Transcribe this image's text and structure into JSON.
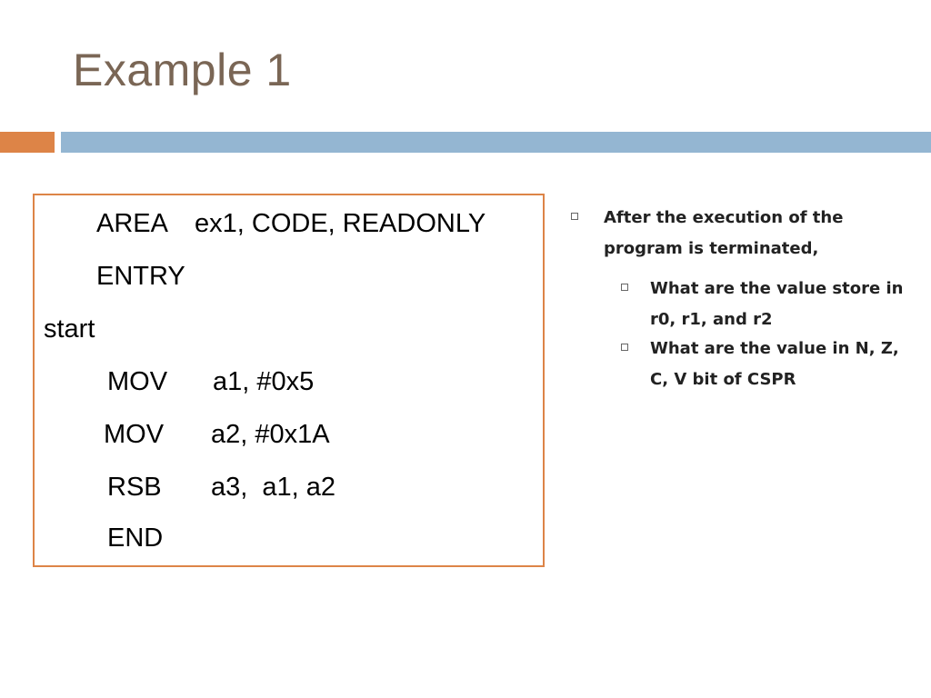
{
  "slide": {
    "title": "Example 1"
  },
  "code": {
    "lines": [
      {
        "op": "AREA",
        "args": "ex1, CODE, READONLY"
      },
      {
        "op": "ENTRY",
        "args": ""
      },
      {
        "op": "start",
        "args": ""
      },
      {
        "op": "MOV",
        "args": "a1, #0x5"
      },
      {
        "op": "MOV",
        "args": "a2, #0x1A"
      },
      {
        "op": "RSB",
        "args": "a3,  a1, a2"
      },
      {
        "op": "END",
        "args": ""
      }
    ]
  },
  "bullets": {
    "main": "After the execution of the program is terminated,",
    "sub": [
      "What are the value store in  r0, r1, and r2",
      "What are the value in N, Z, C, V bit of CSPR"
    ]
  },
  "colors": {
    "title": "#7a6655",
    "accent_orange": "#dd8447",
    "accent_blue": "#94b6d2"
  }
}
